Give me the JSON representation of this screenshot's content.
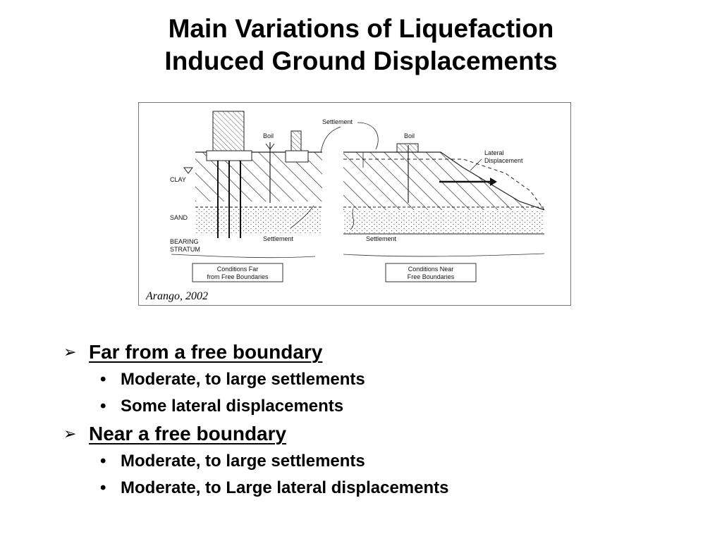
{
  "slide": {
    "title_line1": "Main Variations of Liquefaction",
    "title_line2": "Induced Ground Displacements"
  },
  "figure": {
    "credit": "Arango, 2002",
    "labels": {
      "clay": "CLAY",
      "sand": "SAND",
      "bearing1": "BEARING",
      "bearing2": "STRATUM",
      "boil_left": "Boil",
      "boil_right": "Boil",
      "settlement_top": "Settlement",
      "settlement_left": "Settlement",
      "settlement_right": "Settlement",
      "lateral1": "Lateral",
      "lateral2": "Displacement",
      "far_box1": "Conditions Far",
      "far_box2": "from Free Boundaries",
      "near_box1": "Conditions Near",
      "near_box2": "Free Boundaries"
    }
  },
  "bullets": [
    {
      "heading": "Far from a free boundary",
      "items": [
        "Moderate, to large settlements",
        "Some lateral displacements"
      ]
    },
    {
      "heading": "Near a free boundary",
      "items": [
        "Moderate, to large settlements",
        "Moderate, to Large lateral displacements"
      ]
    }
  ],
  "glyphs": {
    "arrow_bullet": "➢",
    "dot_bullet": "•"
  }
}
